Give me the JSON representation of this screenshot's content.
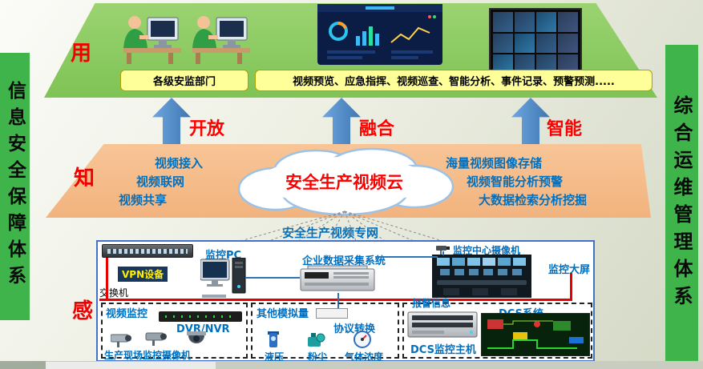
{
  "sidebars": {
    "left": "信息安全保障体系",
    "right": "综合运维管理体系"
  },
  "top_layer": {
    "tag": "用",
    "dept_box": "各级安监部门",
    "functions_box": "视频预览、应急指挥、视频巡查、智能分析、事件记录、预警预测....."
  },
  "arrows": [
    {
      "label": "开放"
    },
    {
      "label": "融合"
    },
    {
      "label": "智能"
    }
  ],
  "middle_layer": {
    "tag": "知",
    "cloud_title": "安全生产视频云",
    "left_items": [
      "视频接入",
      "视频联网",
      "视频共享"
    ],
    "right_items": [
      "海量视频图像存储",
      "视频智能分析预警",
      "大数据检索分析挖掘"
    ],
    "network_label": "安全生产视频专网"
  },
  "bottom_layer": {
    "tag": "感",
    "switch_label": "交换机",
    "vpn_label": "VPN设备",
    "pc_label": "监控PC",
    "collector_label": "企业数据采集系统",
    "center_camera_label": "监控中心摄像机",
    "big_screen_label": "监控大屏",
    "video_group": {
      "title": "视频监控",
      "dvr_label": "DVR/NVR",
      "cameras_label": "生产现场监控摄像机"
    },
    "analog_group": {
      "title": "其他模拟量",
      "protocol_label": "协议转换",
      "sensors": [
        "液压",
        "粉尘",
        "气体浓度"
      ]
    },
    "dcs_group": {
      "alarm_label": "报警信息",
      "host_label": "DCS监控主机",
      "system_label": "DCS系统"
    }
  },
  "colors": {
    "band_green": "#3fb44a",
    "layer_green": "#8cc863",
    "layer_orange": "#f6bd8c",
    "arrow_blue": "#4e86c9",
    "accent_red": "#ff0000",
    "text_blue": "#0070c0",
    "yellow_box": "#ffff9a"
  }
}
